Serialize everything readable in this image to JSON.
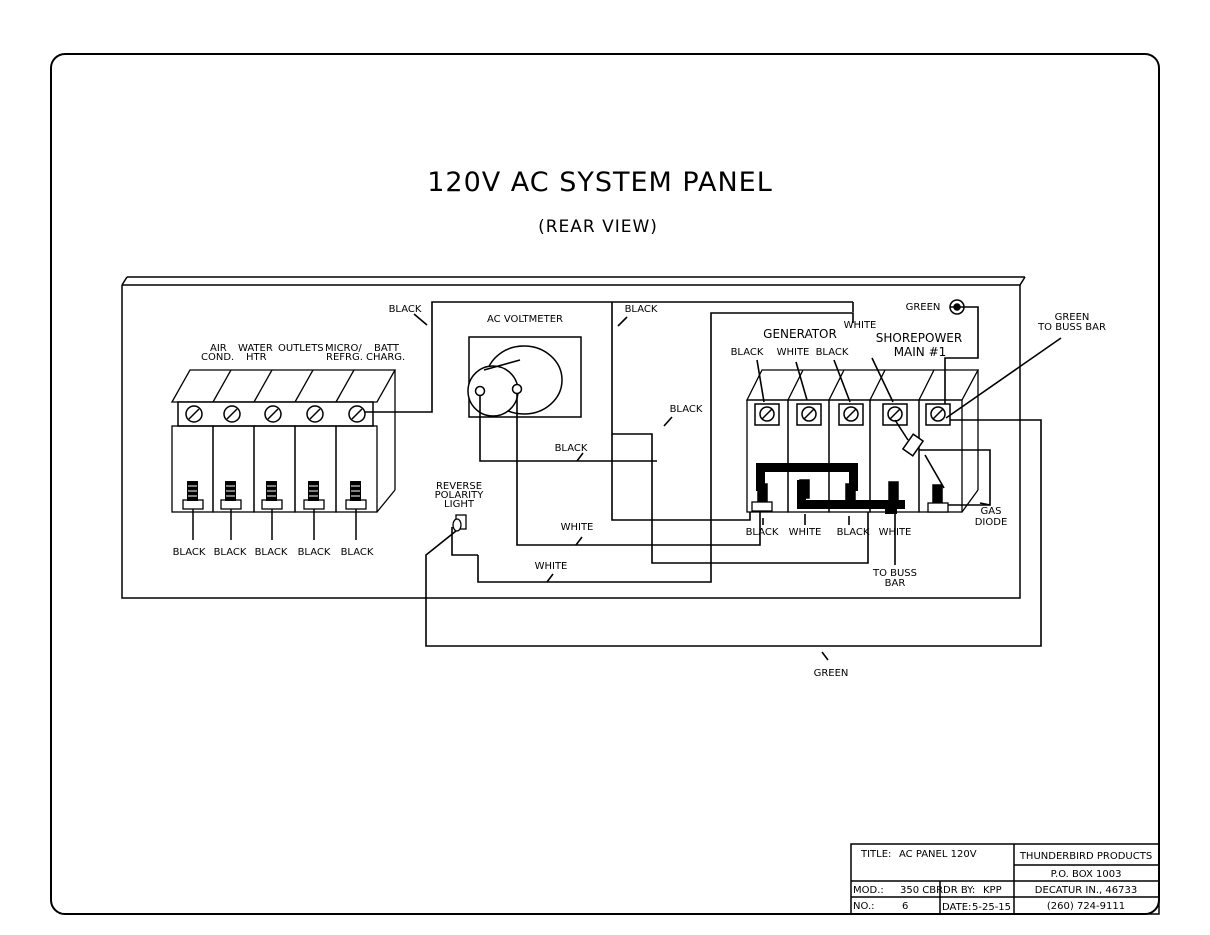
{
  "header": {
    "title": "120V AC SYSTEM PANEL",
    "subtitle": "(REAR VIEW)"
  },
  "breakers_left": {
    "labels": [
      "AIR",
      "COND.",
      "WATER",
      "HTR",
      "OUTLETS",
      "MICRO/",
      "REFRG.",
      "BATT",
      "CHARG."
    ],
    "wires": [
      "BLACK",
      "BLACK",
      "BLACK",
      "BLACK",
      "BLACK"
    ]
  },
  "voltmeter": {
    "label": "AC VOLTMETER"
  },
  "reverse_light": {
    "line1": "REVERSE",
    "line2": "POLARITY",
    "line3": "LIGHT"
  },
  "wire_labels": {
    "black_top_left": "BLACK",
    "black_top_right": "BLACK",
    "black_mid_right": "BLACK",
    "black_center": "BLACK",
    "white_center": "WHITE",
    "white_bottom": "WHITE",
    "white_top": "WHITE",
    "green_top": "GREEN",
    "green_bottom": "GREEN"
  },
  "breakers_right": {
    "generator": "GENERATOR",
    "shorepower": "SHOREPOWER",
    "main": "MAIN #1",
    "top_labels": [
      "BLACK",
      "WHITE",
      "BLACK"
    ],
    "bottom_labels": [
      "BLACK",
      "WHITE",
      "BLACK",
      "WHITE"
    ],
    "to_buss_1": "TO BUSS",
    "to_buss_2": "BAR",
    "green_buss_1": "GREEN",
    "green_buss_2": "TO BUSS BAR",
    "gas_1": "GAS",
    "gas_2": "DIODE"
  },
  "title_block": {
    "title_label": "TITLE:",
    "title_value": "AC PANEL 120V",
    "company": "THUNDERBIRD PRODUCTS",
    "po_box": "P.O. BOX 1003",
    "mod_label": "MOD.:",
    "mod_value": "350 CBR",
    "dr_label": "DR BY:",
    "dr_value": "KPP",
    "city": "DECATUR IN., 46733",
    "no_label": "NO.:",
    "no_value": "6",
    "date_label": "DATE:",
    "date_value": "5-25-15",
    "phone": "(260) 724-9111"
  }
}
